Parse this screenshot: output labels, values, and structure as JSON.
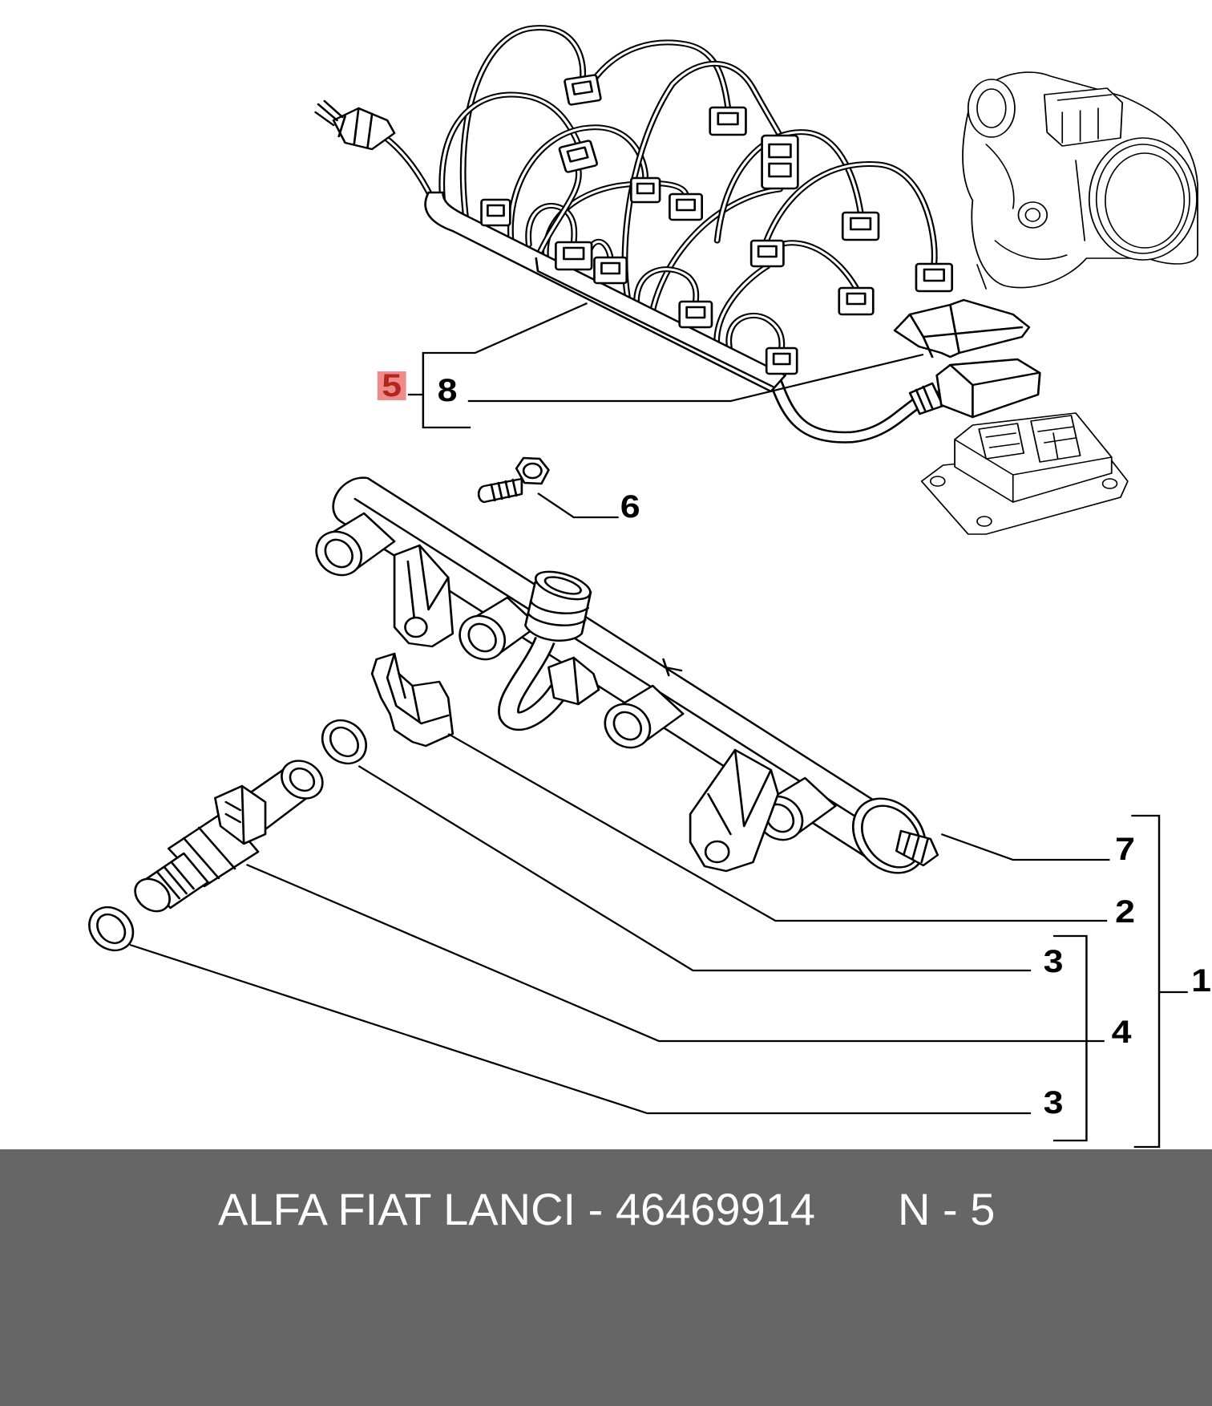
{
  "callouts": {
    "item_5": "5",
    "item_8": "8",
    "item_6": "6",
    "item_7": "7",
    "item_2": "2",
    "item_3_upper": "3",
    "item_4": "4",
    "item_3_lower": "3",
    "item_1": "1"
  },
  "highlight": {
    "fill_color": "#ef8b8b",
    "text_color": "#b3261e"
  },
  "footer": {
    "text": "ALFA FIAT LANCI - 46469914",
    "page_label": "N - 5",
    "background_color": "#666666",
    "text_color": "#ffffff"
  },
  "colors": {
    "line": "#000000",
    "background": "#ffffff"
  }
}
